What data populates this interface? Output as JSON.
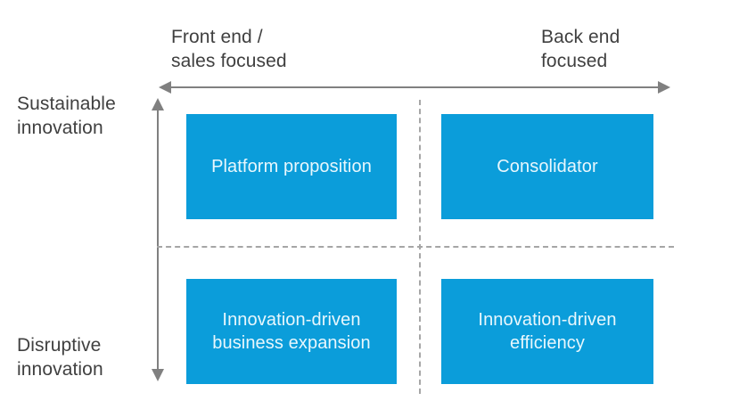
{
  "diagram": {
    "type": "2x2-matrix",
    "accent_color": "#0b9dda",
    "box_text_color": "#e8f7fd",
    "axis_color": "#808080",
    "divider_color": "#a6a6a6",
    "label_color": "#404040",
    "x_axis": {
      "left_label": "Front end /\nsales focused",
      "right_label": "Back end\nfocused",
      "arrow_style": "double-headed"
    },
    "y_axis": {
      "top_label": "Sustainable\ninnovation",
      "bottom_label": "Disruptive\ninnovation",
      "arrow_style": "double-headed"
    },
    "quadrants": [
      {
        "id": "platform-proposition",
        "label": "Platform proposition",
        "x_position": "front-end",
        "y_position": "sustainable"
      },
      {
        "id": "consolidator",
        "label": "Consolidator",
        "x_position": "back-end",
        "y_position": "sustainable"
      },
      {
        "id": "innovation-driven-business-expansion",
        "label": "Innovation-driven\nbusiness expansion",
        "x_position": "front-end",
        "y_position": "disruptive"
      },
      {
        "id": "innovation-driven-efficiency",
        "label": "Innovation-driven\nefficiency",
        "x_position": "back-end",
        "y_position": "disruptive"
      }
    ]
  }
}
